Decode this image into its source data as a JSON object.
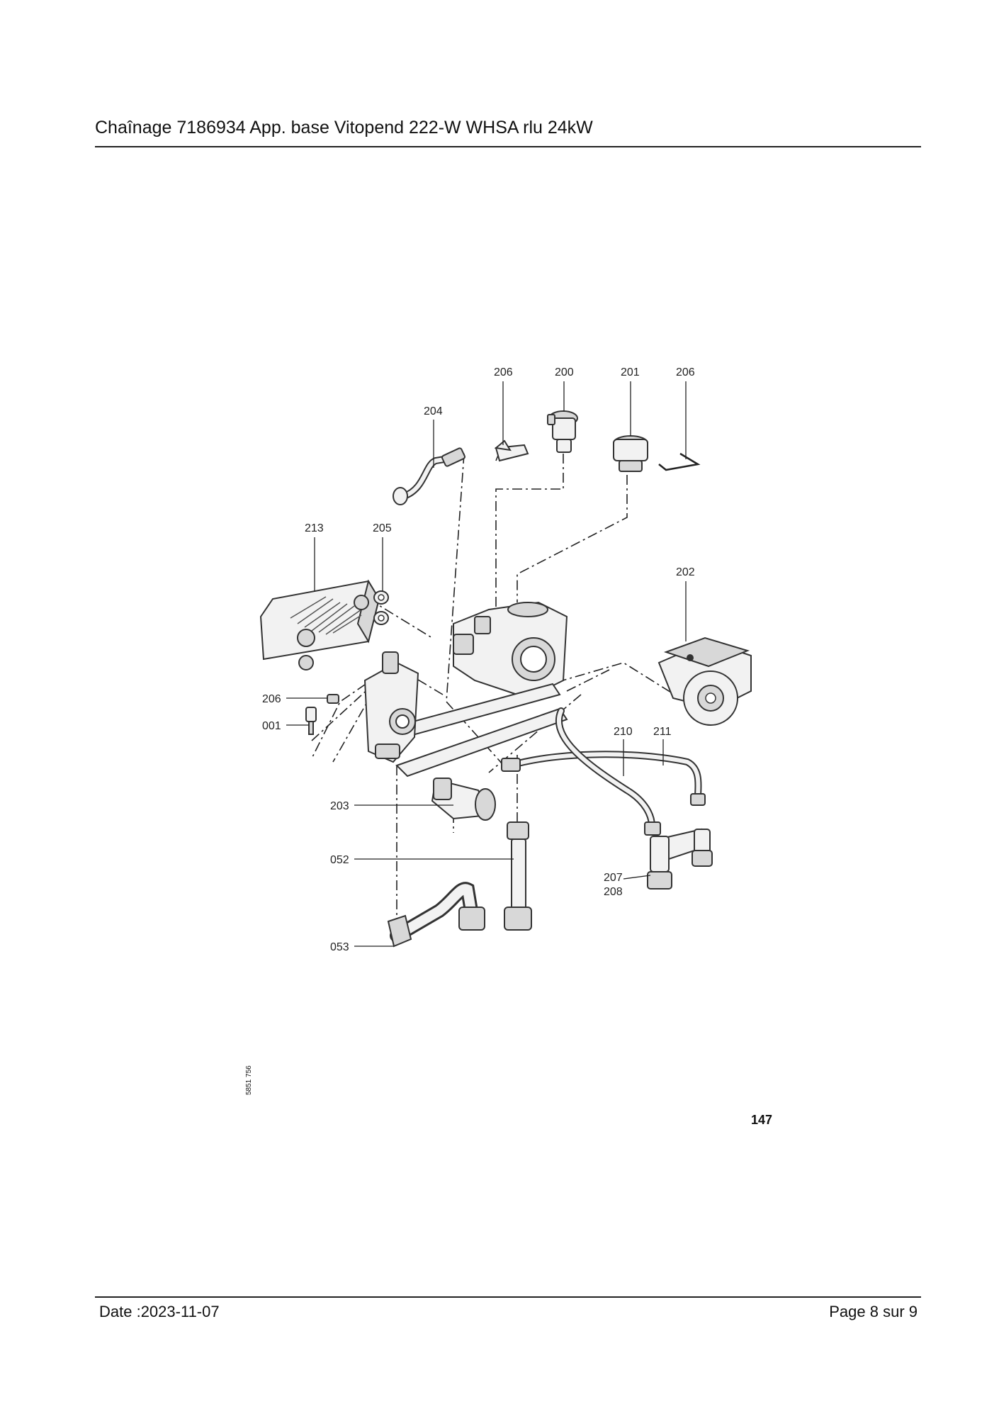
{
  "header": {
    "title": "Chaînage 7186934 App. base Vitopend 222-W WHSA rlu 24kW"
  },
  "footer": {
    "date": "Date :2023-11-07",
    "page": "Page 8 sur  9"
  },
  "figure": {
    "page_number": "147",
    "drawing_number": "5851 756",
    "callouts": {
      "c206a": "206",
      "c200": "200",
      "c201": "201",
      "c206b": "206",
      "c204": "204",
      "c213": "213",
      "c205": "205",
      "c202": "202",
      "c206c": "206",
      "c001": "001",
      "c210": "210",
      "c211": "211",
      "c203": "203",
      "c052": "052",
      "c207": "207",
      "c208": "208",
      "c053": "053"
    }
  }
}
